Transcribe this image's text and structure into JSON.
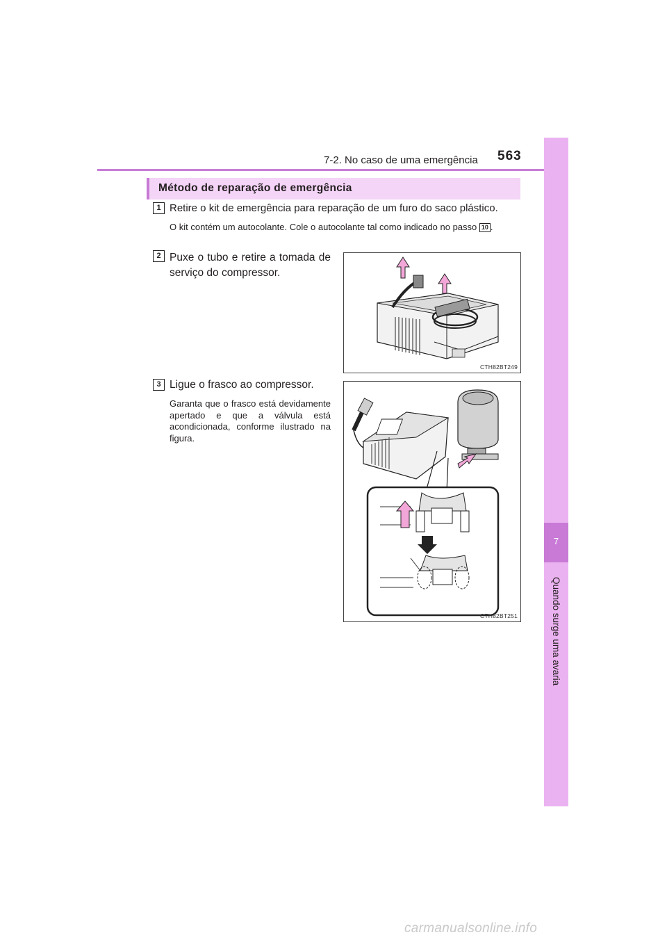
{
  "header": {
    "section": "7-2. No caso de uma emergência",
    "page_number": "563"
  },
  "side_tab": {
    "chapter_number": "7",
    "chapter_title": "Quando surge uma avaria"
  },
  "section_heading": "Método de reparação de emergência",
  "steps": [
    {
      "number": "1",
      "text": "Retire o kit de emergência para reparação de um furo do saco plástico.",
      "note_before": "O kit contém um autocolante. Cole o autocolante tal como indicado no passo",
      "note_ref": "10",
      "note_after": "."
    },
    {
      "number": "2",
      "text": "Puxe o tubo e retire a tomada de serviço do compressor.",
      "figure_code": "CTH82BT249"
    },
    {
      "number": "3",
      "text": "Ligue o frasco ao compressor.",
      "note": "Garanta que o frasco está devidamente apertado e que a válvula está acondicionada, conforme ilustrado na figura.",
      "figure_code": "CTH82BT251"
    }
  ],
  "watermark": "carmanualsonline.info",
  "colors": {
    "accent": "#c87ad6",
    "tab_light": "#ebb2f1",
    "heading_bg": "#f4d4f7",
    "arrow_pink": "#f2a7d8"
  }
}
